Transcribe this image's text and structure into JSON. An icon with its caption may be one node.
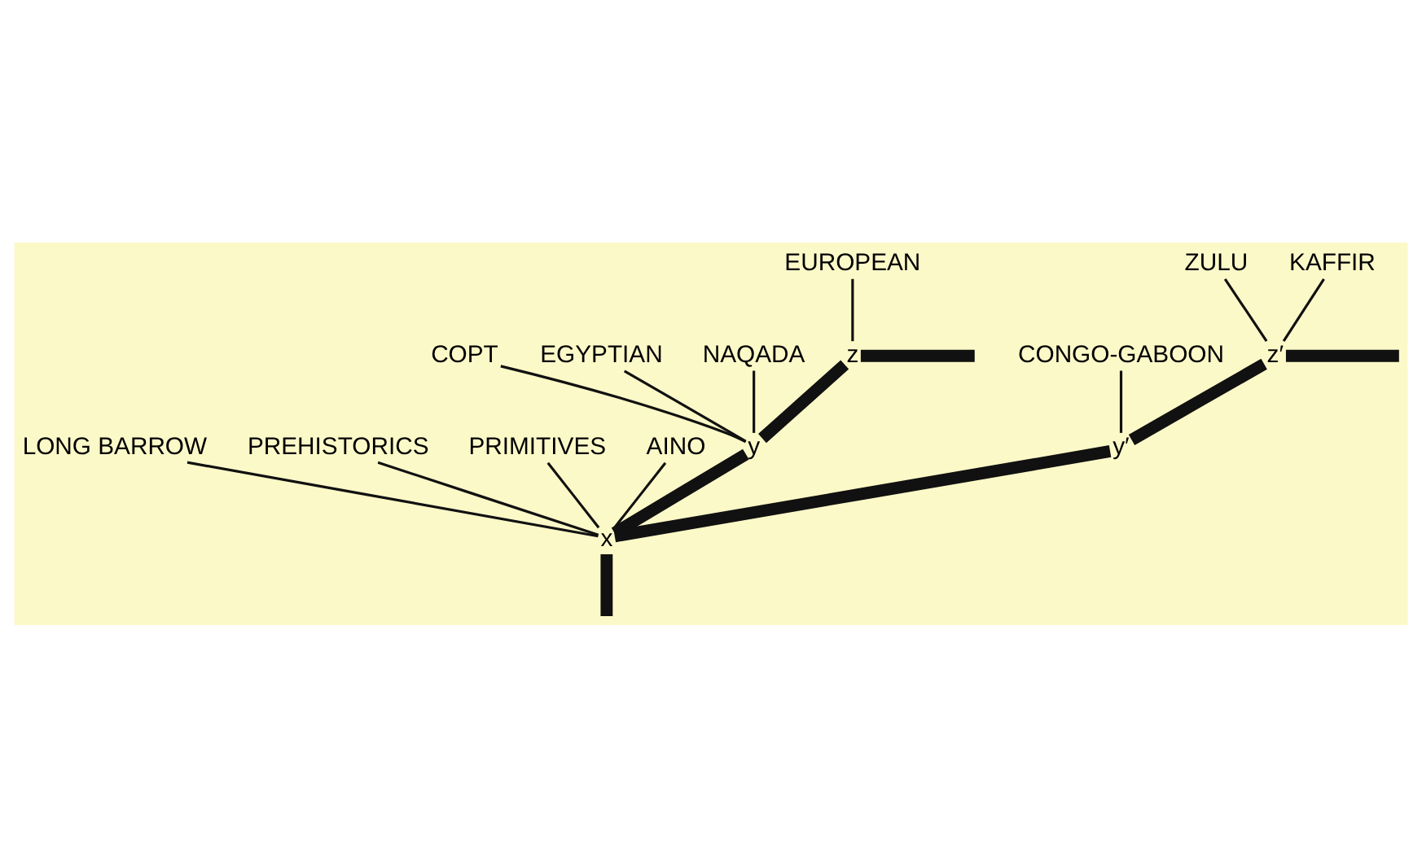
{
  "diagram": {
    "nodes": [
      {
        "text": [
          "EUROPEAN"
        ]
      },
      {
        "text": [
          "COPT"
        ]
      },
      {
        "text": [
          "EGYPTIAN"
        ]
      },
      {
        "text": [
          "NAQADA"
        ]
      },
      {
        "text": [
          "LONG BARROW"
        ]
      },
      {
        "text": [
          "PREHISTORICS"
        ]
      },
      {
        "text": [
          "PRIMITIVES"
        ]
      },
      {
        "text": [
          "AINO"
        ]
      },
      {
        "text": [
          "CONGO-GABOON"
        ]
      },
      {
        "text": [
          "ZULU"
        ]
      },
      {
        "text": [
          "KAFFIR"
        ]
      },
      {
        "text": [
          "z"
        ]
      },
      {
        "text": [
          "y"
        ]
      },
      {
        "text": [
          "x"
        ]
      },
      {
        "text": [
          "y′"
        ]
      },
      {
        "text": [
          "z′"
        ]
      }
    ],
    "edges": [
      {
        "from": null,
        "to": 13,
        "arrow": "none",
        "style": "thick"
      },
      {
        "from": 13,
        "to": 12,
        "arrow": "none",
        "style": "thick"
      },
      {
        "from": 12,
        "to": 11,
        "arrow": "none",
        "style": "thick"
      },
      {
        "from": 11,
        "to": null,
        "arrow": "none",
        "style": "thick"
      },
      {
        "from": 13,
        "to": 14,
        "arrow": "none",
        "style": "thick"
      },
      {
        "from": 14,
        "to": 15,
        "arrow": "none",
        "style": "thick"
      },
      {
        "from": 15,
        "to": null,
        "arrow": "none",
        "style": "thick"
      },
      {
        "from": 11,
        "to": 0,
        "arrow": "none"
      },
      {
        "from": 12,
        "to": 1,
        "arrow": "none"
      },
      {
        "from": 12,
        "to": 2,
        "arrow": "none"
      },
      {
        "from": 12,
        "to": 3,
        "arrow": "none"
      },
      {
        "from": 13,
        "to": 4,
        "arrow": "none"
      },
      {
        "from": 13,
        "to": 5,
        "arrow": "none"
      },
      {
        "from": 13,
        "to": 6,
        "arrow": "none"
      },
      {
        "from": 13,
        "to": 7,
        "arrow": "none"
      },
      {
        "from": 14,
        "to": 8,
        "arrow": "none"
      },
      {
        "from": 15,
        "to": 9,
        "arrow": "none"
      },
      {
        "from": 15,
        "to": 10,
        "arrow": "none"
      }
    ]
  }
}
